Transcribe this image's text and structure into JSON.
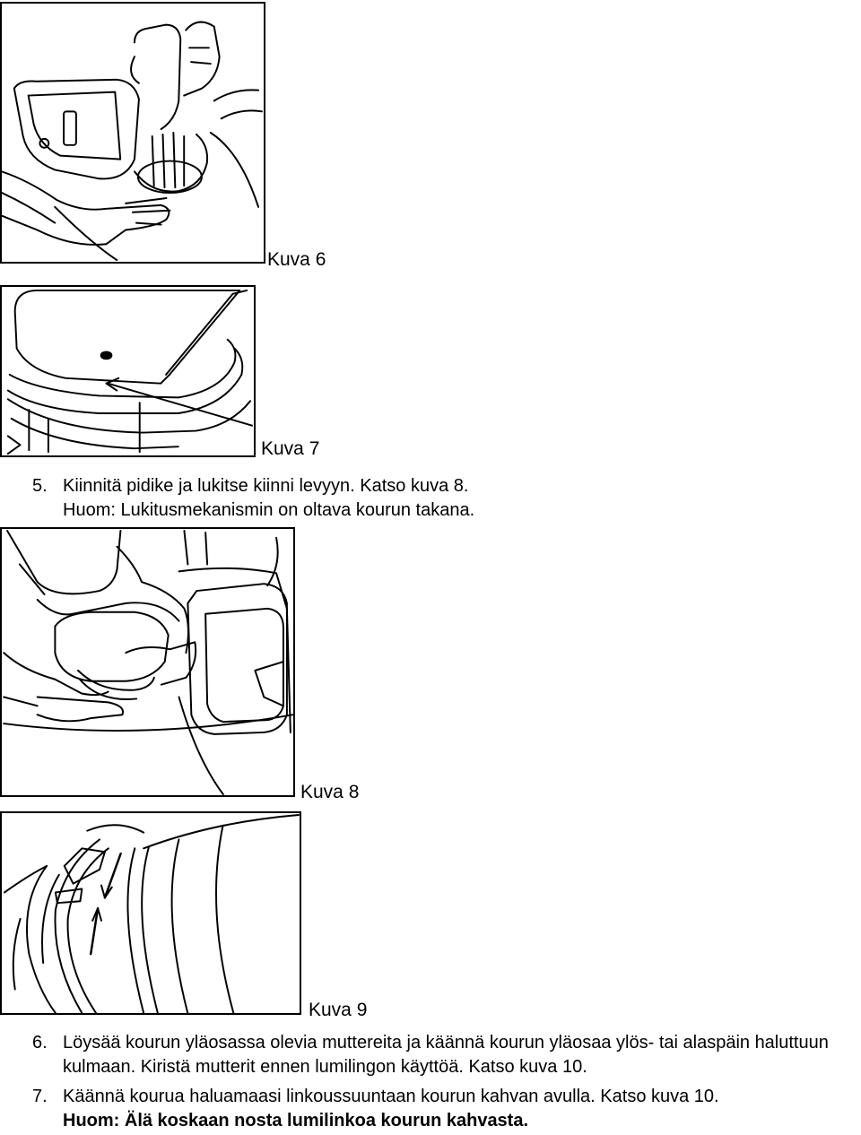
{
  "figures": [
    {
      "caption": "Kuva 6"
    },
    {
      "caption": "Kuva 7"
    },
    {
      "caption": "Kuva 8"
    },
    {
      "caption": "Kuva 9"
    }
  ],
  "steps": [
    {
      "num": "5.",
      "line1": "Kiinnitä pidike ja lukitse kiinni levyyn. Katso kuva 8.",
      "line2": "Huom: Lukitusmekanismin on oltava kourun takana."
    },
    {
      "num": "6.",
      "line1": "Löysää kourun yläosassa olevia muttereita ja käännä kourun yläosaa ylös- tai alaspäin haluttuun",
      "line2": "kulmaan. Kiristä mutterit ennen lumilingon käyttöä. Katso kuva 10."
    },
    {
      "num": "7.",
      "line1": "Käännä kourua haluamaasi linkoussuuntaan kourun kahvan avulla.  Katso kuva 10.",
      "line2": "Huom: Älä koskaan nosta lumilinkoa kourun kahvasta."
    }
  ]
}
